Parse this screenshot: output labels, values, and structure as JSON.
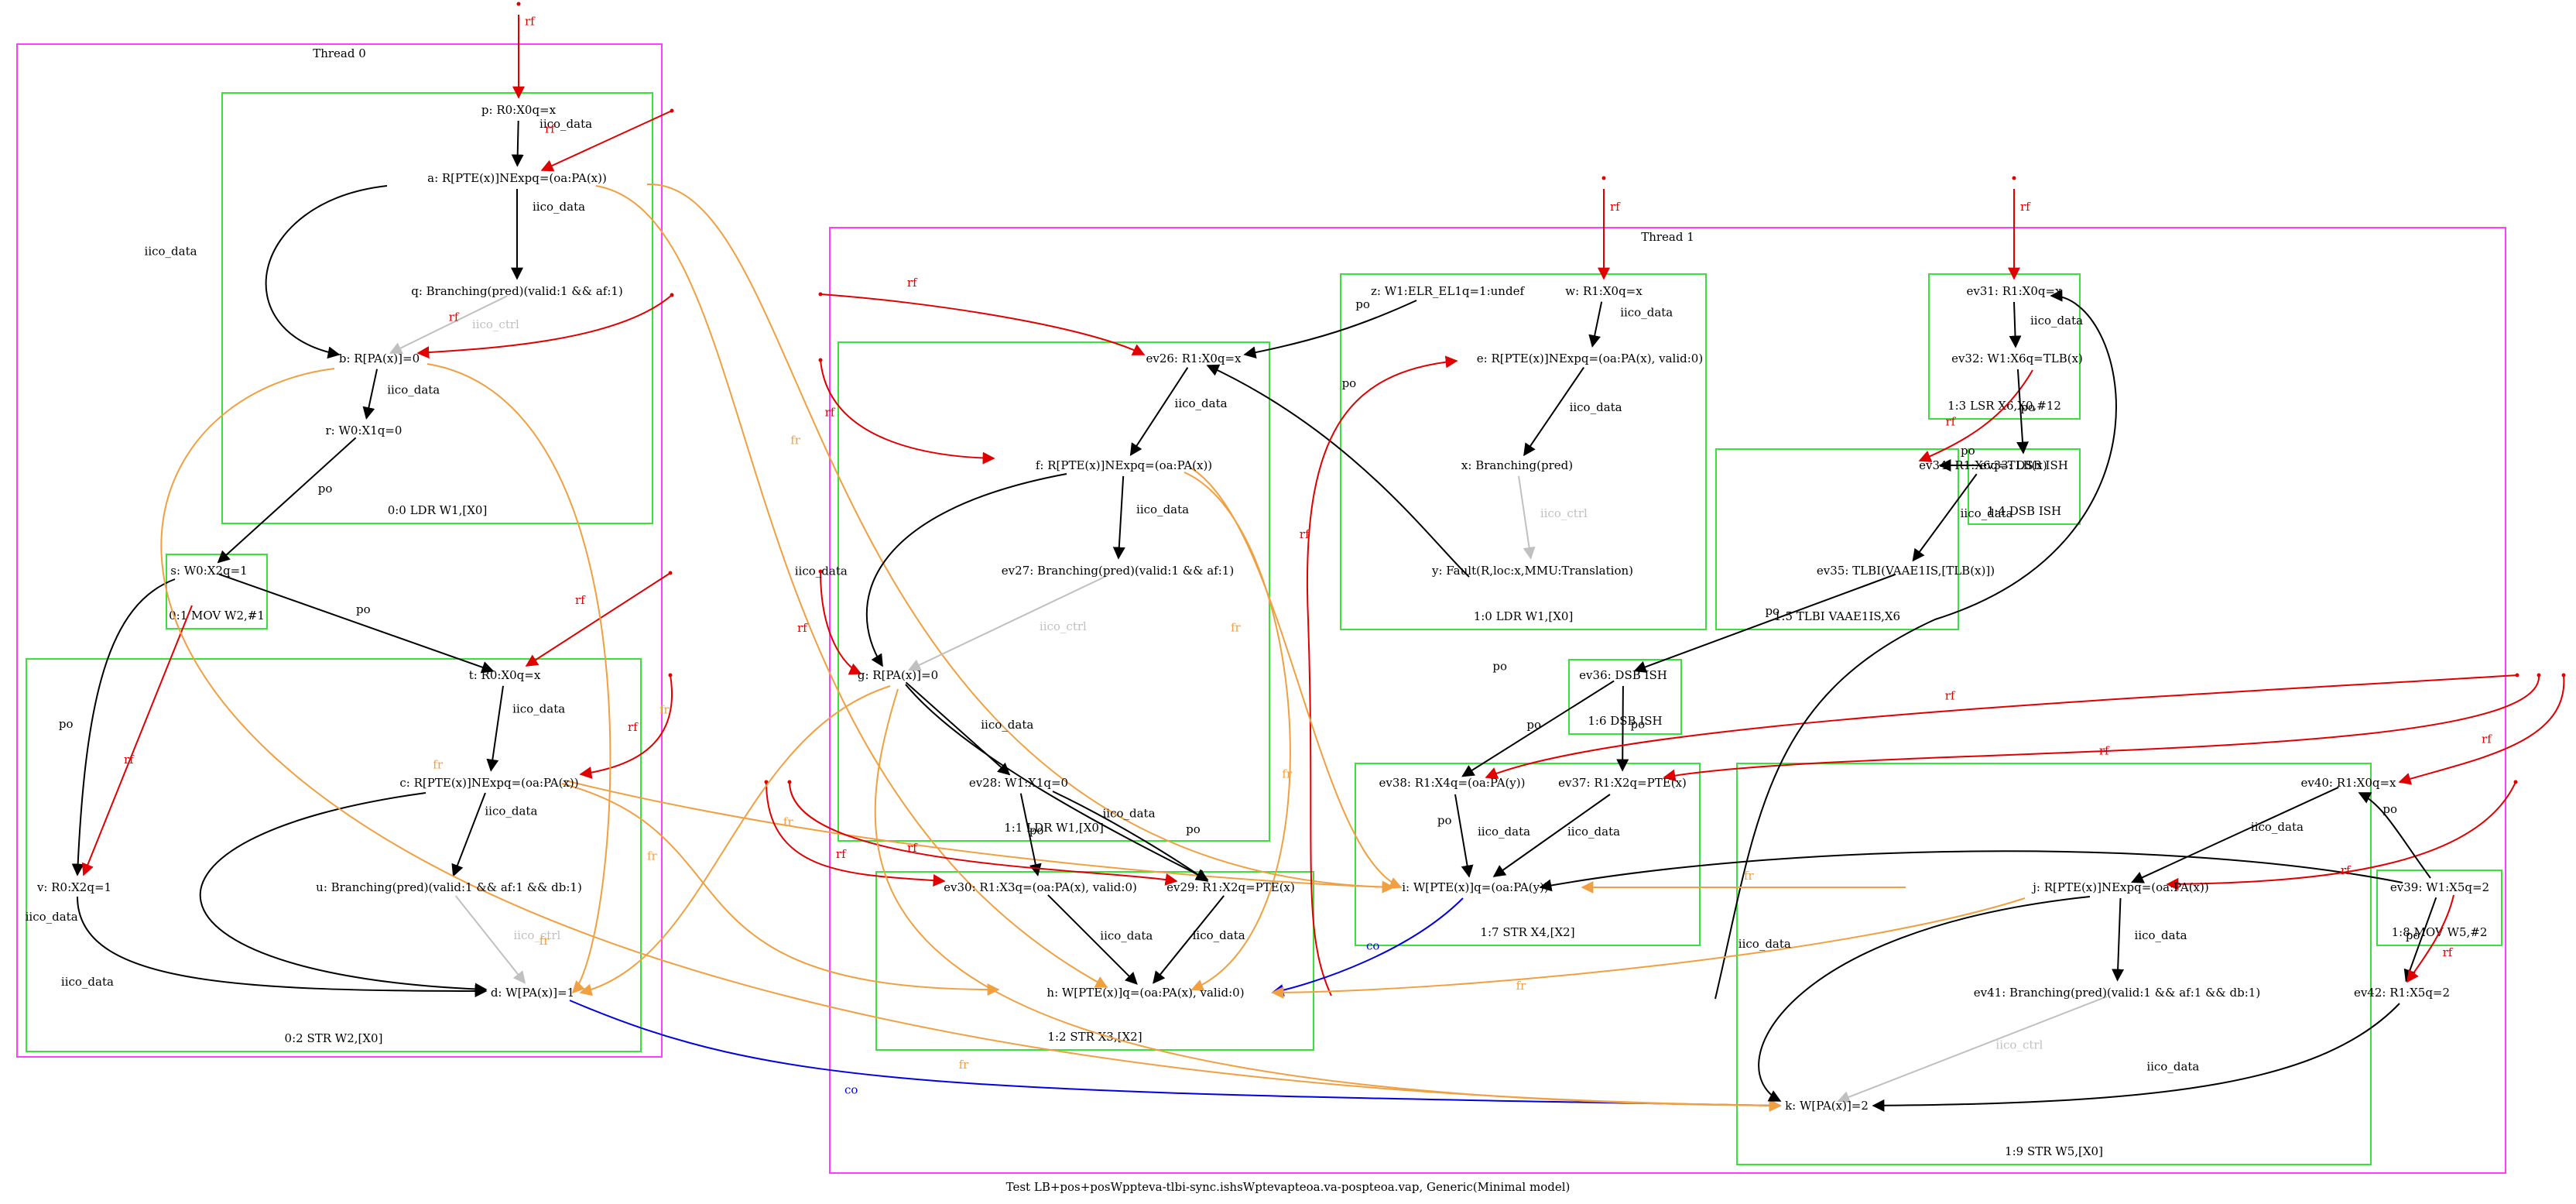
{
  "caption": "Test LB+pos+posWppteva-tlbi-sync.ishsWptevapteoa.va-pospteoa.vap, Generic(Minimal model)",
  "colors": {
    "thread_border": "#ff3dff",
    "instr_border": "#3ce03c",
    "rf": "#e00000",
    "fr": "#f0a040",
    "co": "#0000e0",
    "iico": "#000000",
    "ctrl": "#c0c0c0"
  },
  "threads": [
    {
      "id": "T0",
      "label": "Thread 0"
    },
    {
      "id": "T1",
      "label": "Thread 1"
    }
  ],
  "instructions": [
    {
      "id": "I00",
      "label": "0:0 LDR W1,[X0]"
    },
    {
      "id": "I01",
      "label": "0:1 MOV W2,#1"
    },
    {
      "id": "I02",
      "label": "0:2 STR W2,[X0]"
    },
    {
      "id": "I10",
      "label": "1:0 LDR W1,[X0]"
    },
    {
      "id": "I11",
      "label": "1:1 LDR W1,[X0]"
    },
    {
      "id": "I12",
      "label": "1:2 STR X3,[X2]"
    },
    {
      "id": "I13",
      "label": "1:3 LSR X6,X0,#12"
    },
    {
      "id": "I14",
      "label": "1:4 DSB ISH"
    },
    {
      "id": "I15",
      "label": "1:5 TLBI VAAE1IS,X6"
    },
    {
      "id": "I16",
      "label": "1:6 DSB ISH"
    },
    {
      "id": "I17",
      "label": "1:7 STR X4,[X2]"
    },
    {
      "id": "I18",
      "label": "1:8 MOV W5,#2"
    },
    {
      "id": "I19",
      "label": "1:9 STR W5,[X0]"
    }
  ],
  "nodes": [
    {
      "id": "p",
      "label": "p: R0:X0q=x"
    },
    {
      "id": "a",
      "label": "a: R[PTE(x)]NExpq=(oa:PA(x))"
    },
    {
      "id": "q",
      "label": "q: Branching(pred)(valid:1 && af:1)"
    },
    {
      "id": "b",
      "label": "b: R[PA(x)]=0"
    },
    {
      "id": "r",
      "label": "r: W0:X1q=0"
    },
    {
      "id": "s",
      "label": "s: W0:X2q=1"
    },
    {
      "id": "t",
      "label": "t: R0:X0q=x"
    },
    {
      "id": "c",
      "label": "c: R[PTE(x)]NExpq=(oa:PA(x))"
    },
    {
      "id": "u",
      "label": "u: Branching(pred)(valid:1 && af:1 && db:1)"
    },
    {
      "id": "v",
      "label": "v: R0:X2q=1"
    },
    {
      "id": "d",
      "label": "d: W[PA(x)]=1"
    },
    {
      "id": "z",
      "label": "z: W1:ELR_EL1q=1:undef"
    },
    {
      "id": "w",
      "label": "w: R1:X0q=x"
    },
    {
      "id": "e",
      "label": "e: R[PTE(x)]NExpq=(oa:PA(x), valid:0)"
    },
    {
      "id": "x",
      "label": "x: Branching(pred)"
    },
    {
      "id": "y",
      "label": "y: Fault(R,loc:x,MMU:Translation)"
    },
    {
      "id": "ev26",
      "label": "ev26: R1:X0q=x"
    },
    {
      "id": "f",
      "label": "f: R[PTE(x)]NExpq=(oa:PA(x))"
    },
    {
      "id": "ev27",
      "label": "ev27: Branching(pred)(valid:1 && af:1)"
    },
    {
      "id": "g",
      "label": "g: R[PA(x)]=0"
    },
    {
      "id": "ev28",
      "label": "ev28: W1:X1q=0"
    },
    {
      "id": "ev30",
      "label": "ev30: R1:X3q=(oa:PA(x), valid:0)"
    },
    {
      "id": "ev29",
      "label": "ev29: R1:X2q=PTE(x)"
    },
    {
      "id": "h",
      "label": "h: W[PTE(x)]q=(oa:PA(x), valid:0)"
    },
    {
      "id": "ev31",
      "label": "ev31: R1:X0q=x"
    },
    {
      "id": "ev32",
      "label": "ev32: W1:X6q=TLB(x)"
    },
    {
      "id": "ev33",
      "label": "ev33: DSB ISH"
    },
    {
      "id": "ev34",
      "label": "ev34: R1:X6q=TLB(x)"
    },
    {
      "id": "ev35",
      "label": "ev35: TLBI(VAAE1IS,[TLB(x)])"
    },
    {
      "id": "ev36",
      "label": "ev36: DSB ISH"
    },
    {
      "id": "ev38",
      "label": "ev38: R1:X4q=(oa:PA(y))"
    },
    {
      "id": "ev37",
      "label": "ev37: R1:X2q=PTE(x)"
    },
    {
      "id": "i",
      "label": "i: W[PTE(x)]q=(oa:PA(y))"
    },
    {
      "id": "ev40",
      "label": "ev40: R1:X0q=x"
    },
    {
      "id": "j",
      "label": "j: R[PTE(x)]NExpq=(oa:PA(x))"
    },
    {
      "id": "ev39",
      "label": "ev39: W1:X5q=2"
    },
    {
      "id": "ev41",
      "label": "ev41: Branching(pred)(valid:1 && af:1 && db:1)"
    },
    {
      "id": "ev42",
      "label": "ev42: R1:X5q=2"
    },
    {
      "id": "k",
      "label": "k: W[PA(x)]=2"
    }
  ],
  "edge_labels": {
    "rf": "rf",
    "fr": "fr",
    "co": "co",
    "po": "po",
    "iico_data": "iico_data",
    "iico_ctrl": "iico_ctrl"
  },
  "edges": [
    {
      "type": "rf",
      "from": "init",
      "to": "p"
    },
    {
      "type": "iico_data",
      "from": "p",
      "to": "a"
    },
    {
      "type": "rf",
      "from": "init",
      "to": "a"
    },
    {
      "type": "iico_data",
      "from": "a",
      "to": "q"
    },
    {
      "type": "iico_data",
      "from": "a",
      "to": "b"
    },
    {
      "type": "iico_ctrl",
      "from": "q",
      "to": "b"
    },
    {
      "type": "rf",
      "from": "init",
      "to": "b"
    },
    {
      "type": "iico_data",
      "from": "b",
      "to": "r"
    },
    {
      "type": "po",
      "from": "r",
      "to": "s"
    },
    {
      "type": "po",
      "from": "s",
      "to": "t"
    },
    {
      "type": "po",
      "from": "s",
      "to": "v"
    },
    {
      "type": "rf",
      "from": "s",
      "to": "v"
    },
    {
      "type": "rf",
      "from": "init",
      "to": "t"
    },
    {
      "type": "iico_data",
      "from": "t",
      "to": "c"
    },
    {
      "type": "rf",
      "from": "init",
      "to": "c"
    },
    {
      "type": "iico_data",
      "from": "c",
      "to": "u"
    },
    {
      "type": "iico_data",
      "from": "c",
      "to": "d"
    },
    {
      "type": "iico_ctrl",
      "from": "u",
      "to": "d"
    },
    {
      "type": "iico_data",
      "from": "v",
      "to": "d"
    },
    {
      "type": "co",
      "from": "d",
      "to": "k"
    },
    {
      "type": "fr",
      "from": "a",
      "to": "h"
    },
    {
      "type": "fr",
      "from": "a",
      "to": "i"
    },
    {
      "type": "fr",
      "from": "b",
      "to": "d"
    },
    {
      "type": "fr",
      "from": "b",
      "to": "k"
    },
    {
      "type": "fr",
      "from": "c",
      "to": "h"
    },
    {
      "type": "fr",
      "from": "c",
      "to": "i"
    },
    {
      "type": "rf",
      "from": "init",
      "to": "w"
    },
    {
      "type": "iico_data",
      "from": "w",
      "to": "e"
    },
    {
      "type": "iico_data",
      "from": "e",
      "to": "x"
    },
    {
      "type": "iico_ctrl",
      "from": "x",
      "to": "y"
    },
    {
      "type": "po",
      "from": "y",
      "to": "ev26"
    },
    {
      "type": "po",
      "from": "z",
      "to": "ev26"
    },
    {
      "type": "rf",
      "from": "init",
      "to": "ev26"
    },
    {
      "type": "iico_data",
      "from": "ev26",
      "to": "f"
    },
    {
      "type": "rf",
      "from": "init",
      "to": "f"
    },
    {
      "type": "iico_data",
      "from": "f",
      "to": "ev27"
    },
    {
      "type": "iico_data",
      "from": "f",
      "to": "g"
    },
    {
      "type": "iico_ctrl",
      "from": "ev27",
      "to": "g"
    },
    {
      "type": "rf",
      "from": "init",
      "to": "g"
    },
    {
      "type": "iico_data",
      "from": "g",
      "to": "ev28"
    },
    {
      "type": "iico_data",
      "from": "g",
      "to": "ev29"
    },
    {
      "type": "po",
      "from": "ev28",
      "to": "ev30"
    },
    {
      "type": "po",
      "from": "ev28",
      "to": "ev29"
    },
    {
      "type": "rf",
      "from": "init",
      "to": "ev30"
    },
    {
      "type": "rf",
      "from": "init",
      "to": "ev29"
    },
    {
      "type": "iico_data",
      "from": "ev30",
      "to": "h"
    },
    {
      "type": "iico_data",
      "from": "ev29",
      "to": "h"
    },
    {
      "type": "rf",
      "from": "h",
      "to": "e"
    },
    {
      "type": "fr",
      "from": "f",
      "to": "h"
    },
    {
      "type": "fr",
      "from": "f",
      "to": "i"
    },
    {
      "type": "fr",
      "from": "g",
      "to": "d"
    },
    {
      "type": "fr",
      "from": "g",
      "to": "k"
    },
    {
      "type": "co",
      "from": "i",
      "to": "h"
    },
    {
      "type": "rf",
      "from": "init",
      "to": "ev31"
    },
    {
      "type": "iico_data",
      "from": "ev31",
      "to": "ev32"
    },
    {
      "type": "rf",
      "from": "ev32",
      "to": "ev34"
    },
    {
      "type": "po",
      "from": "ev32",
      "to": "ev33"
    },
    {
      "type": "po",
      "from": "ev33",
      "to": "ev34"
    },
    {
      "type": "iico_data",
      "from": "ev34",
      "to": "ev35"
    },
    {
      "type": "po",
      "from": "ev35",
      "to": "ev36"
    },
    {
      "type": "po",
      "from": "ev36",
      "to": "ev38"
    },
    {
      "type": "po",
      "from": "ev36",
      "to": "ev37"
    },
    {
      "type": "rf",
      "from": "init",
      "to": "ev38"
    },
    {
      "type": "rf",
      "from": "init",
      "to": "ev37"
    },
    {
      "type": "iico_data",
      "from": "ev38",
      "to": "i"
    },
    {
      "type": "iico_data",
      "from": "ev37",
      "to": "i"
    },
    {
      "type": "po",
      "from": "ev39",
      "to": "i"
    },
    {
      "type": "po",
      "from": "h",
      "to": "ev31"
    },
    {
      "type": "rf",
      "from": "init",
      "to": "ev40"
    },
    {
      "type": "iico_data",
      "from": "ev40",
      "to": "j"
    },
    {
      "type": "rf",
      "from": "init",
      "to": "j"
    },
    {
      "type": "iico_data",
      "from": "j",
      "to": "ev41"
    },
    {
      "type": "iico_data",
      "from": "j",
      "to": "k"
    },
    {
      "type": "iico_ctrl",
      "from": "ev41",
      "to": "k"
    },
    {
      "type": "fr",
      "from": "j",
      "to": "i"
    },
    {
      "type": "fr",
      "from": "j",
      "to": "h"
    },
    {
      "type": "po",
      "from": "ev39",
      "to": "ev40"
    },
    {
      "type": "po",
      "from": "ev39",
      "to": "ev42"
    },
    {
      "type": "rf",
      "from": "ev39",
      "to": "ev42"
    },
    {
      "type": "iico_data",
      "from": "ev42",
      "to": "k"
    }
  ]
}
